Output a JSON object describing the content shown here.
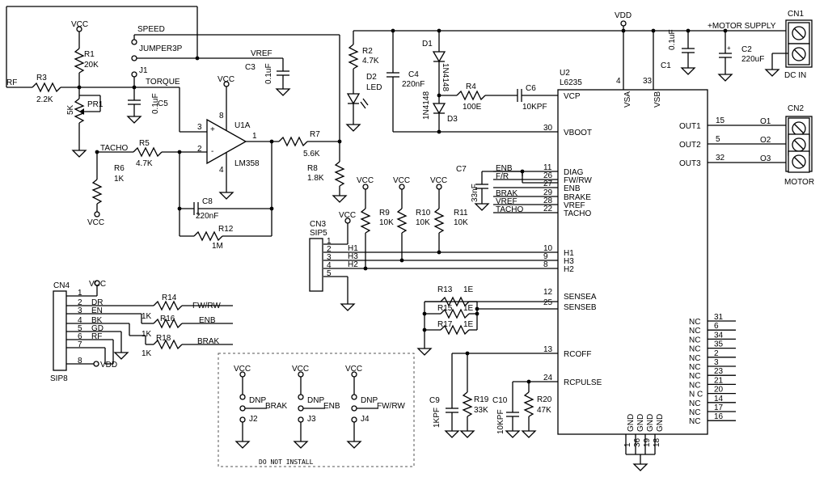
{
  "nets": {
    "rf": "RF",
    "speed": "SPEED",
    "jumper": "JUMPER3P",
    "j1": "J1",
    "torque": "TORQUE",
    "vref": "VREF",
    "tacho": "TACHO",
    "vdd": "VDD",
    "vcc": "VCC",
    "motor_supply": "+MOTOR SUPPLY",
    "h1": "H1",
    "h2": "H2",
    "h3": "H3"
  },
  "parts": {
    "r1": {
      "ref": "R1",
      "val": "20K"
    },
    "r2": {
      "ref": "R2",
      "val": "4.7K"
    },
    "r3": {
      "ref": "R3",
      "val": "2.2K"
    },
    "r4": {
      "ref": "R4",
      "val": "100E"
    },
    "r5": {
      "ref": "R5",
      "val": "4.7K"
    },
    "r6": {
      "ref": "R6",
      "val": "1K"
    },
    "r7": {
      "ref": "R7",
      "val": "5.6K"
    },
    "r8": {
      "ref": "R8",
      "val": "1.8K"
    },
    "r9": {
      "ref": "R9",
      "val": "10K"
    },
    "r10": {
      "ref": "R10",
      "val": "10K"
    },
    "r11": {
      "ref": "R11",
      "val": "10K"
    },
    "r12": {
      "ref": "R12",
      "val": "1M"
    },
    "r13": {
      "ref": "R13",
      "val": "1E"
    },
    "r14": {
      "ref": "R14",
      "val": "1K"
    },
    "r15": {
      "ref": "R15",
      "val": "1E"
    },
    "r16": {
      "ref": "R16",
      "val": "1K"
    },
    "r17": {
      "ref": "R17",
      "val": "1E"
    },
    "r18": {
      "ref": "R18",
      "val": "1K"
    },
    "r19": {
      "ref": "R19",
      "val": "33K"
    },
    "r20": {
      "ref": "R20",
      "val": "47K"
    },
    "pr1": {
      "ref": "PR1",
      "val": "5K"
    },
    "c1": {
      "ref": "C1",
      "val": "0.1uF"
    },
    "c2": {
      "ref": "C2",
      "val": "220uF"
    },
    "c3": {
      "ref": "C3",
      "val": "0.1uF"
    },
    "c4": {
      "ref": "C4",
      "val": "220nF"
    },
    "c5": {
      "ref": "C5",
      "val": "0.1uF"
    },
    "c6": {
      "ref": "C6",
      "val": "10KPF"
    },
    "c7": {
      "ref": "C7",
      "val": "33nF"
    },
    "c8": {
      "ref": "C8",
      "val": "220nF"
    },
    "c9": {
      "ref": "C9",
      "val": "1KPF"
    },
    "c10": {
      "ref": "C10",
      "val": "10KPF"
    },
    "d1": {
      "ref": "D1",
      "val": "1N4148"
    },
    "d2": {
      "ref": "D2",
      "val": "LED"
    },
    "d3": {
      "ref": "D3",
      "val": "1N4148"
    },
    "u1": {
      "ref": "U1A",
      "val": "LM358"
    },
    "u2": {
      "ref": "U2",
      "val": "L6235"
    },
    "cn1": {
      "ref": "CN1",
      "val": "DC IN"
    },
    "cn2": {
      "ref": "CN2",
      "val": "MOTOR"
    },
    "cn3": {
      "ref": "CN3",
      "val": "SIP5"
    },
    "cn4": {
      "ref": "CN4",
      "val": "SIP8"
    },
    "j2": "J2",
    "j3": "J3",
    "j4": "J4",
    "dnp": "DNP"
  },
  "u2_left_pins": [
    {
      "num": "",
      "name": "VCP"
    },
    {
      "num": "30",
      "name": "VBOOT"
    },
    {
      "num": "11",
      "name": "DIAG"
    },
    {
      "num": "26",
      "name": "FW/RW"
    },
    {
      "num": "27",
      "name": "ENB"
    },
    {
      "num": "29",
      "name": "BRAKE"
    },
    {
      "num": "28",
      "name": "VREF"
    },
    {
      "num": "22",
      "name": "TACHO"
    },
    {
      "num": "10",
      "name": "H1"
    },
    {
      "num": "9",
      "name": "H3"
    },
    {
      "num": "8",
      "name": "H2"
    },
    {
      "num": "12",
      "name": "SENSEA"
    },
    {
      "num": "25",
      "name": "SENSEB"
    },
    {
      "num": "13",
      "name": "RCOFF"
    },
    {
      "num": "24",
      "name": "RCPULSE"
    }
  ],
  "u2_top_pins": [
    {
      "num": "4",
      "name": "VSA"
    },
    {
      "num": "33",
      "name": "VSB"
    }
  ],
  "u2_right_pins": [
    {
      "num": "15",
      "name": "OUT1",
      "net": "O1"
    },
    {
      "num": "5",
      "name": "OUT2",
      "net": "O2"
    },
    {
      "num": "32",
      "name": "OUT3",
      "net": "O3"
    }
  ],
  "u2_nc_pins": [
    "31",
    "6",
    "34",
    "35",
    "2",
    "3",
    "23",
    "21",
    "20",
    "14",
    "17",
    "16"
  ],
  "u2_nc_labels": [
    "NC",
    "NC",
    "NC",
    "NC",
    "NC",
    "NC",
    "NC",
    "NC",
    "N C",
    "NC",
    "NC",
    "NC"
  ],
  "u2_gnd_pins": [
    "1",
    "36",
    "19",
    "18"
  ],
  "u2_gnd_label": "GND",
  "u2_ctrl_nets": [
    "ENB",
    "F/R",
    "BRAK",
    "VREF",
    "TACHO"
  ],
  "cn3_pins": [
    "1",
    "2",
    "3",
    "4",
    "5"
  ],
  "cn4_pins": [
    "1",
    "2",
    "3",
    "4",
    "5",
    "6",
    "7",
    "8"
  ],
  "cn4_nets": [
    "",
    "DR",
    "EN",
    "BK",
    "GD",
    "RF",
    "",
    ""
  ],
  "cn4_out_nets": [
    "FW/RW",
    "ENB",
    "BRAK"
  ],
  "jumper_nets": [
    "BRAK",
    "ENB",
    "FW/RW"
  ],
  "opamp_pins": {
    "plus": "3",
    "minus": "2",
    "out": "1",
    "vplus": "8",
    "vminus": "4"
  },
  "op_sym": {
    "plus": "+",
    "minus": "-"
  },
  "do_not_install": "DO NOT INSTALL"
}
